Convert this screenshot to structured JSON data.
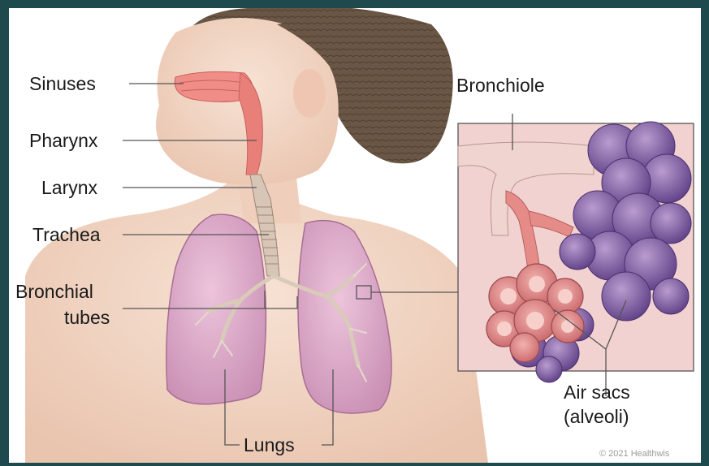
{
  "labels": {
    "sinuses": "Sinuses",
    "pharynx": "Pharynx",
    "larynx": "Larynx",
    "trachea": "Trachea",
    "bronchial_line1": "Bronchial",
    "bronchial_line2": "tubes",
    "lungs": "Lungs",
    "bronchiole": "Bronchiole",
    "air_sacs_line1": "Air sacs",
    "air_sacs_line2": "(alveoli)"
  },
  "copyright": "© 2021 Healthwis",
  "colors": {
    "frame_border": "#1f4a4d",
    "skin": "#f3d7c6",
    "hair": "#6a5645",
    "lung": "#d9a6c4",
    "airway": "#e8857e",
    "alveoli": "#8a6aa6",
    "leader_line": "#555555"
  }
}
